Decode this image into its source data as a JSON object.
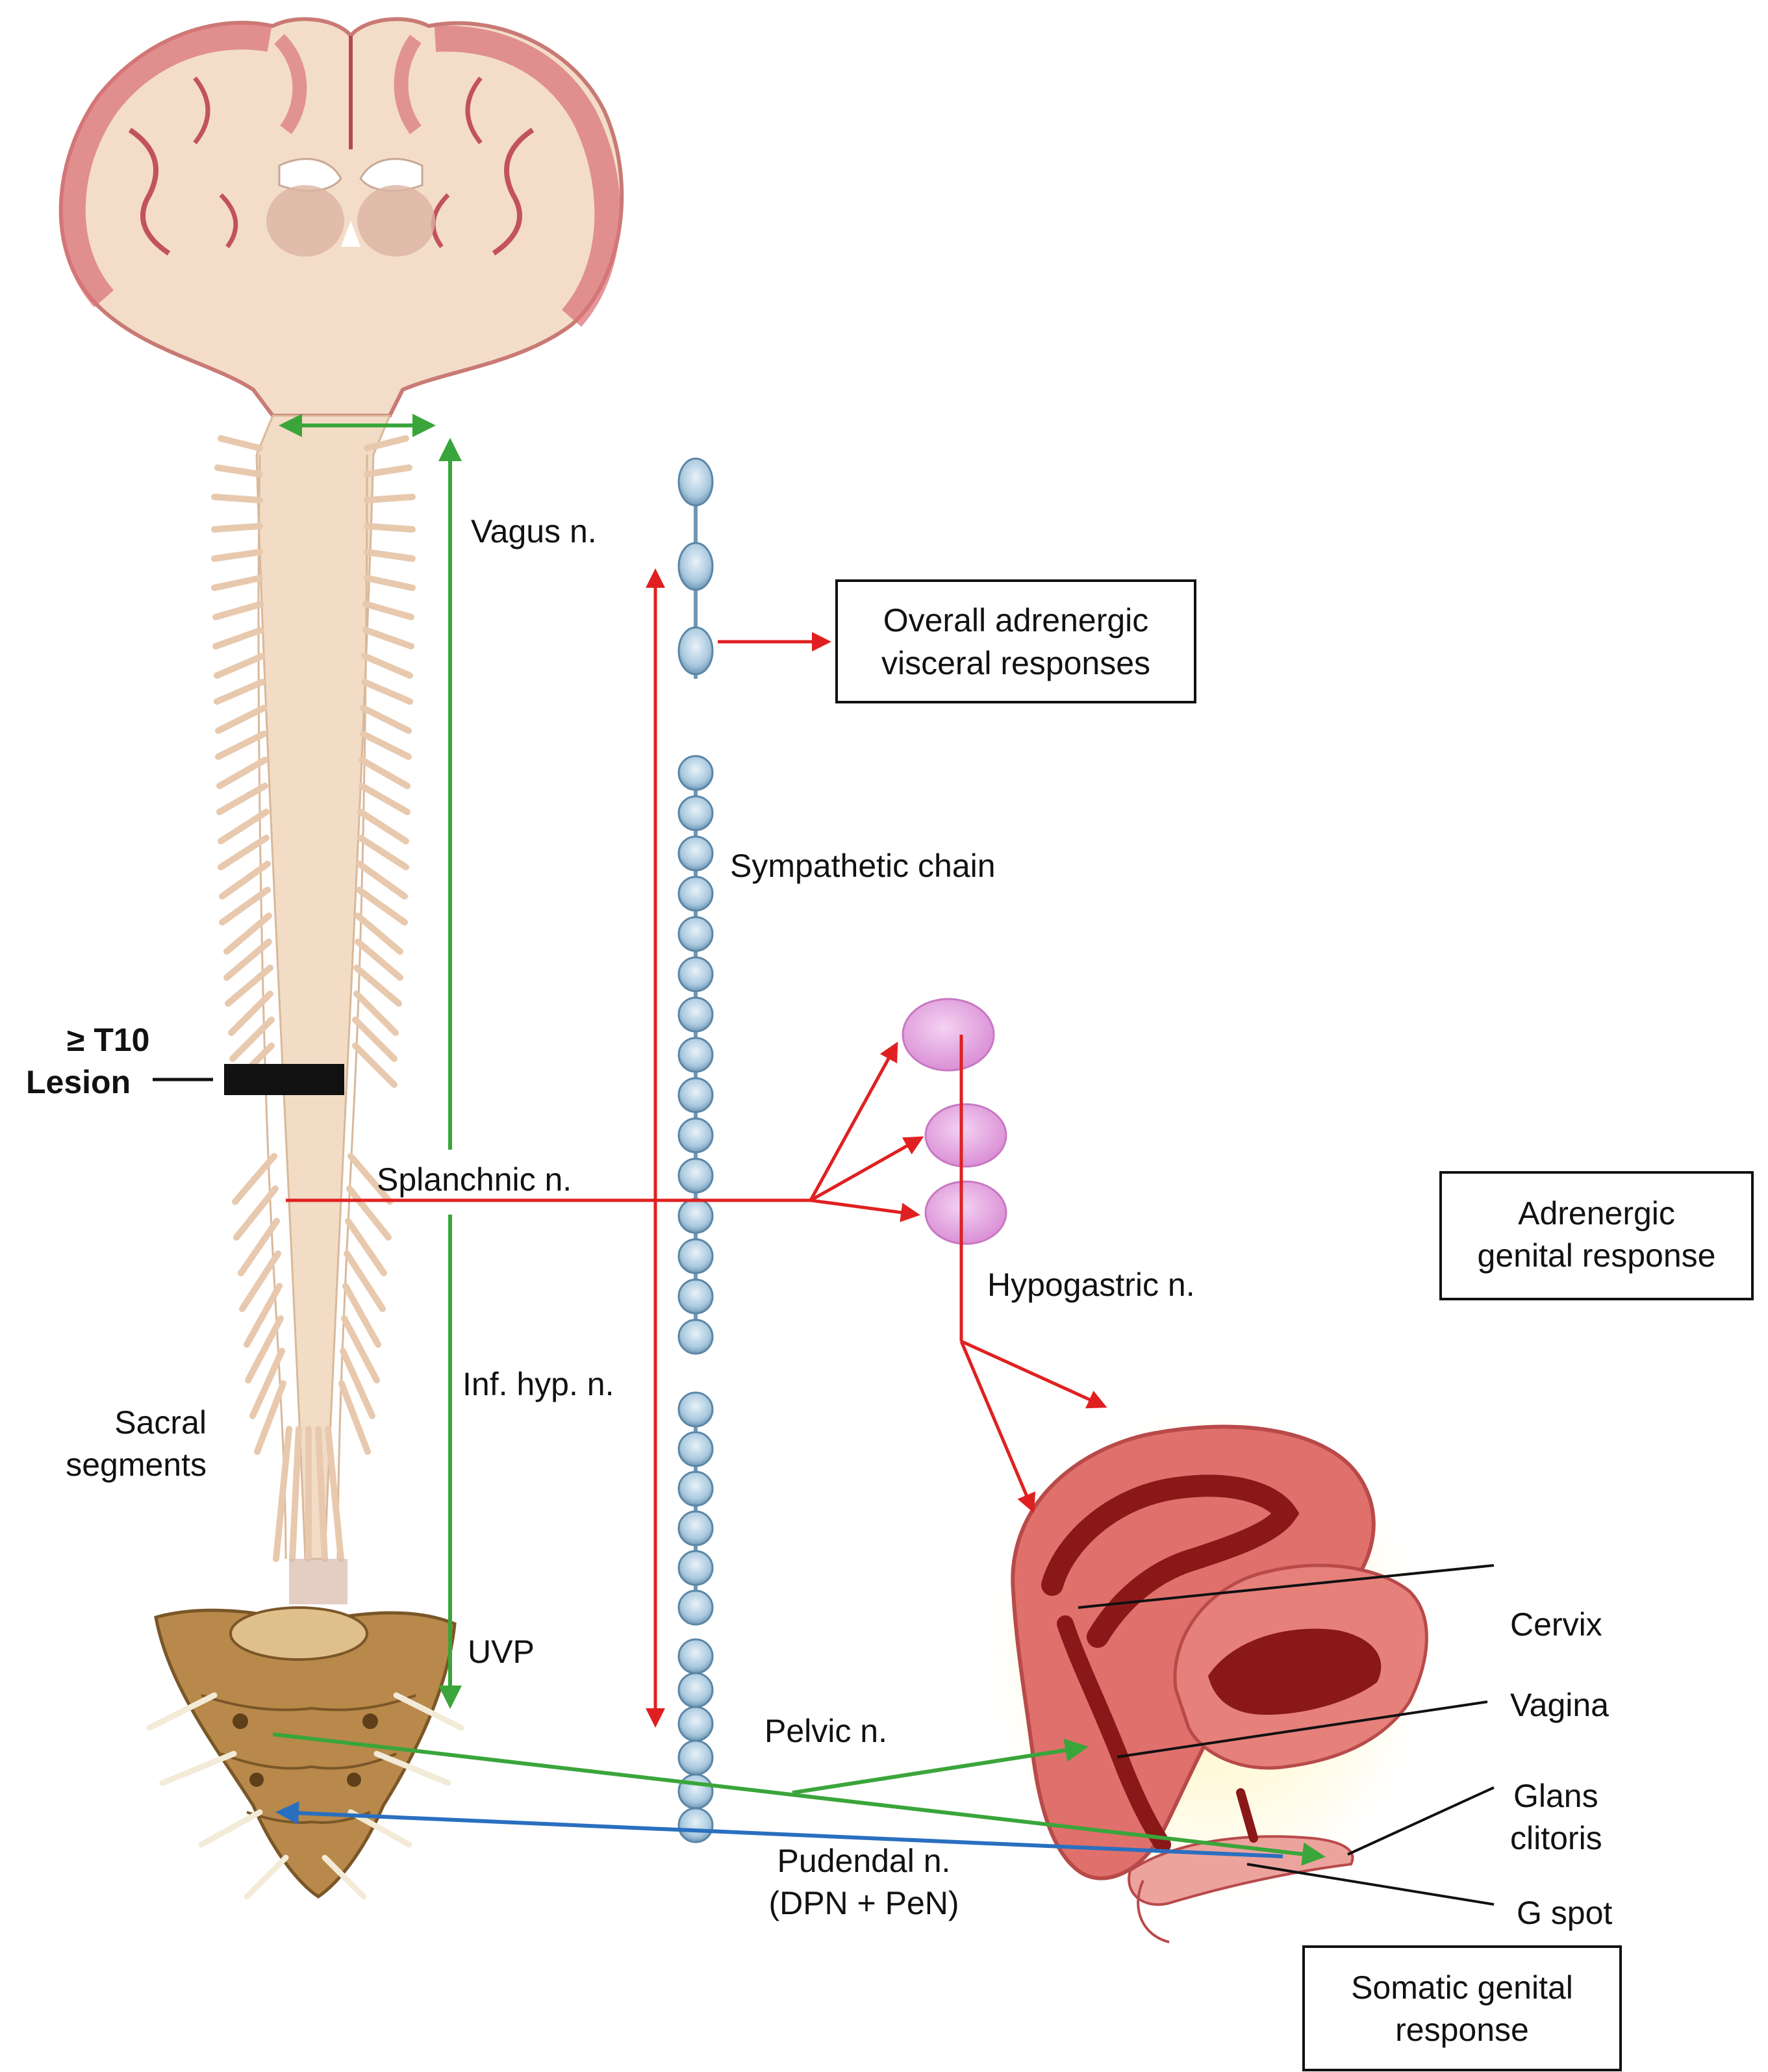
{
  "labels": {
    "vagus": "Vagus n.",
    "sympathetic_chain": "Sympathetic chain",
    "lesion_level": "≥ T10",
    "lesion": "Lesion",
    "splanchnic": "Splanchnic n.",
    "hypogastric": "Hypogastric n.",
    "inf_hyp": "Inf. hyp. n.",
    "sacral_line1": "Sacral",
    "sacral_line2": "segments",
    "uvp": "UVP",
    "pelvic": "Pelvic n.",
    "pudendal_line1": "Pudendal n.",
    "pudendal_line2": "(DPN + PeN)",
    "cervix": "Cervix",
    "vagina": "Vagina",
    "glans_line1": "Glans",
    "glans_line2": "clitoris",
    "g_spot": "G spot"
  },
  "boxes": {
    "adrenergic_visceral_line1": "Overall adrenergic",
    "adrenergic_visceral_line2": "visceral responses",
    "adrenergic_genital_line1": "Adrenergic",
    "adrenergic_genital_line2": "genital response",
    "somatic_genital_line1": "Somatic genital",
    "somatic_genital_line2": "response"
  },
  "colors": {
    "parasympathetic": "#3aa53a",
    "sympathetic": "#e02020",
    "somatic": "#2a6fbf",
    "ganglion": "#a9c8de",
    "plexus": "#e3a6e0",
    "brain_cortex": "#d9747a",
    "spinal_cord": "#f2dcc6",
    "sacrum": "#b8894a",
    "uterus": "#e0706c"
  }
}
